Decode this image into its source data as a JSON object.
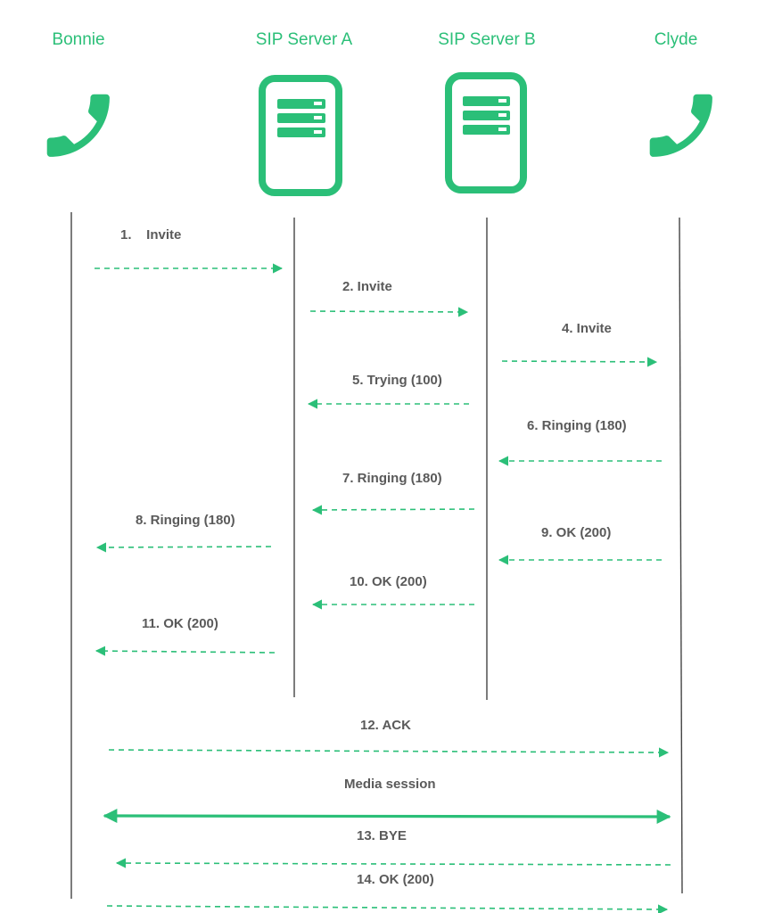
{
  "participants": [
    {
      "id": "bonnie",
      "name": "Bonnie",
      "icon": "phone-icon"
    },
    {
      "id": "server_a",
      "name": "SIP Server A",
      "icon": "server-icon"
    },
    {
      "id": "server_b",
      "name": "SIP Server B",
      "icon": "server-icon"
    },
    {
      "id": "clyde",
      "name": "Clyde",
      "icon": "phone-icon"
    }
  ],
  "messages": [
    {
      "label": "1.    Invite",
      "from": "bonnie",
      "to": "server_a",
      "style": "dashed"
    },
    {
      "label": "2. Invite",
      "from": "server_a",
      "to": "server_b",
      "style": "dashed"
    },
    {
      "label": "4. Invite",
      "from": "server_b",
      "to": "clyde",
      "style": "dashed"
    },
    {
      "label": "5. Trying (100)",
      "from": "server_b",
      "to": "server_a",
      "style": "dashed"
    },
    {
      "label": "6. Ringing (180)",
      "from": "clyde",
      "to": "server_b",
      "style": "dashed"
    },
    {
      "label": "7. Ringing (180)",
      "from": "server_b",
      "to": "server_a",
      "style": "dashed"
    },
    {
      "label": "8. Ringing (180)",
      "from": "server_a",
      "to": "bonnie",
      "style": "dashed"
    },
    {
      "label": "9. OK (200)",
      "from": "clyde",
      "to": "server_b",
      "style": "dashed"
    },
    {
      "label": "10. OK (200)",
      "from": "server_b",
      "to": "server_a",
      "style": "dashed"
    },
    {
      "label": "11. OK (200)",
      "from": "server_a",
      "to": "bonnie",
      "style": "dashed"
    },
    {
      "label": "12. ACK",
      "from": "bonnie",
      "to": "clyde",
      "style": "dashed"
    },
    {
      "label": "Media session",
      "from": "bonnie",
      "to": "clyde",
      "style": "solid-bidirectional"
    },
    {
      "label": "13. BYE",
      "from": "clyde",
      "to": "bonnie",
      "style": "dashed"
    },
    {
      "label": "14. OK (200)",
      "from": "bonnie",
      "to": "clyde",
      "style": "dashed"
    }
  ],
  "colors": {
    "accent": "#2bbf78",
    "label_text": "#5a5a5a",
    "lifeline": "#444444"
  }
}
